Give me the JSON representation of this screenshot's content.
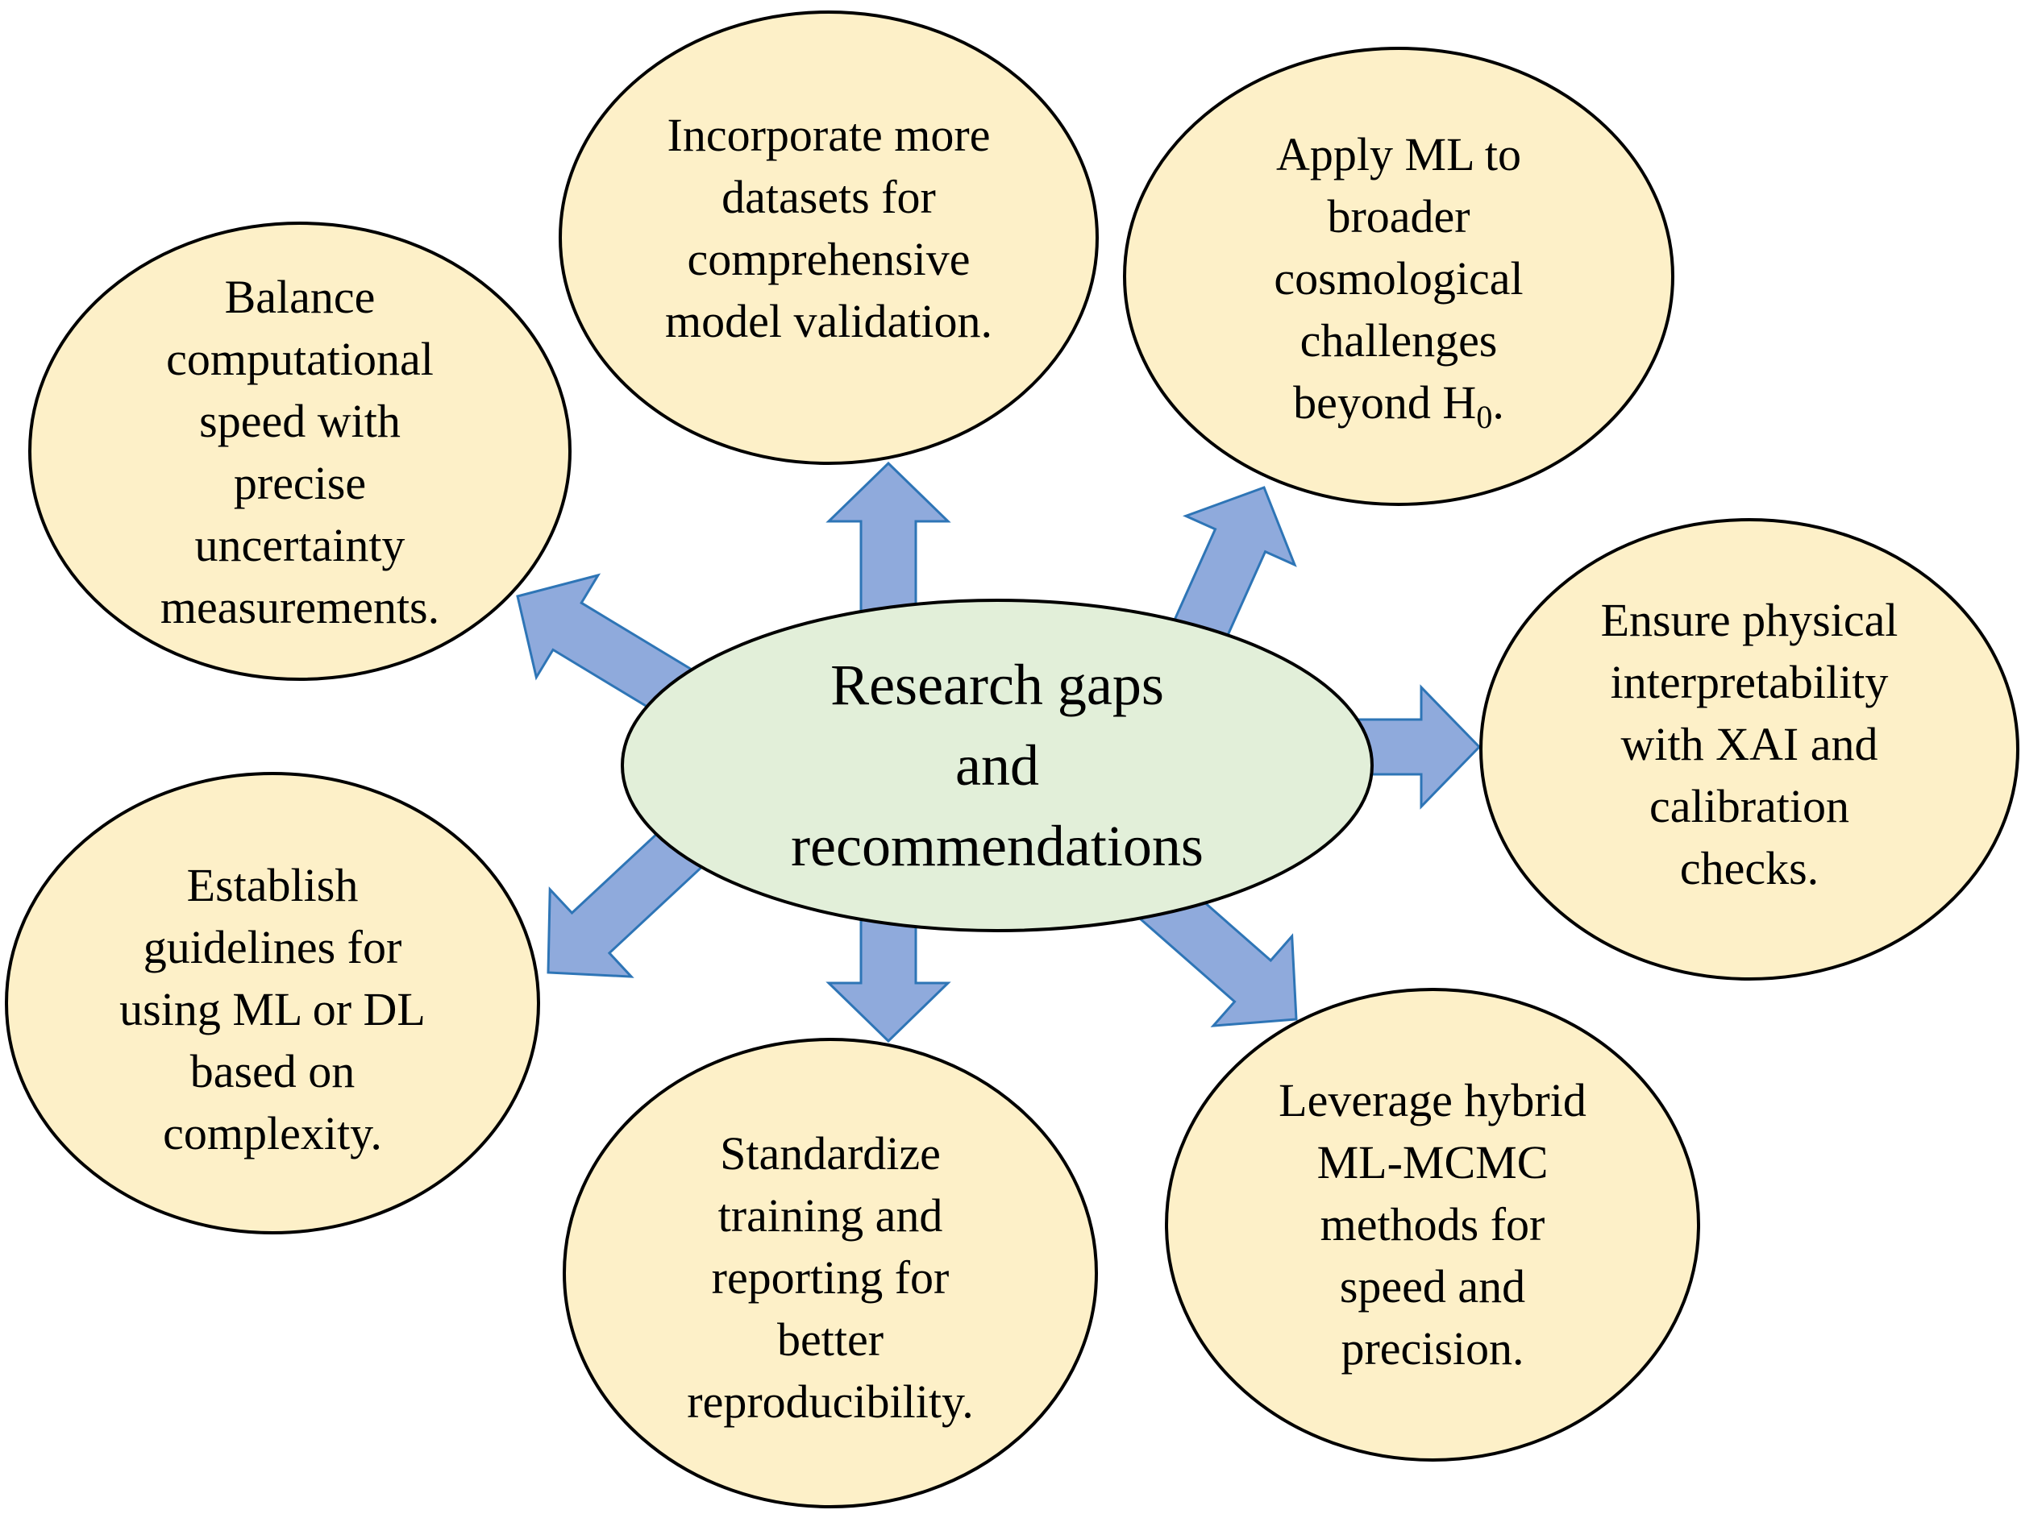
{
  "colors": {
    "outer_fill": "#FDF0C8",
    "center_fill": "#E2EFD9",
    "arrow_fill": "#8FAADC",
    "arrow_stroke": "#2E75B6",
    "node_stroke": "#000000"
  },
  "center": {
    "lines": [
      "Research gaps",
      "and",
      "recommendations"
    ]
  },
  "nodes": {
    "datasets": {
      "lines": [
        "Incorporate more",
        "datasets for",
        "comprehensive",
        "model validation."
      ]
    },
    "broader": {
      "l1": "Apply ML to",
      "l2": "broader",
      "l3": "cosmological",
      "l4": "challenges",
      "l5_main": "beyond H",
      "l5_sub": "0",
      "l5_end": "."
    },
    "balance": {
      "lines": [
        "Balance",
        "computational",
        "speed with",
        "precise",
        "uncertainty",
        "measurements."
      ]
    },
    "interpretability": {
      "lines": [
        "Ensure physical",
        "interpretability",
        "with XAI and",
        "calibration",
        "checks."
      ]
    },
    "guidelines": {
      "lines": [
        "Establish",
        "guidelines for",
        "using ML or DL",
        "based on",
        "complexity."
      ]
    },
    "standardize": {
      "lines": [
        "Standardize",
        "training and",
        "reporting for",
        "better",
        "reproducibility."
      ]
    },
    "hybrid": {
      "lines": [
        "Leverage hybrid",
        "ML-MCMC",
        "methods for",
        "speed and",
        "precision."
      ]
    }
  }
}
